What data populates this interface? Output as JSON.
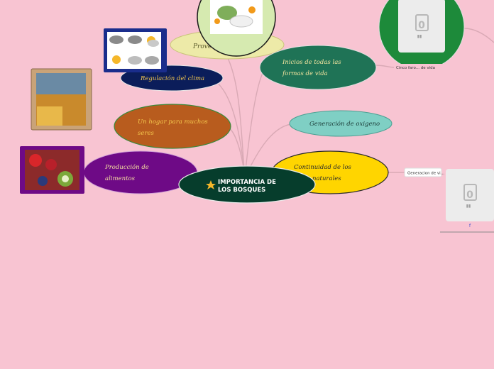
{
  "central": {
    "title": "IMPORTANCIA DE LOS BOSQUES"
  },
  "topics": {
    "proveedores": "Proveedores",
    "regulacion": "Regulación del clima",
    "hogar": "Un hogar para muchos seres",
    "produccion": "Producción de alimentos",
    "inicios": "Inicios de todas las formas de vida",
    "oxigeno": "Generación de oxigeno",
    "continuidad": "Continuidad de los naturales"
  },
  "subtopics": {
    "cinco": "Cinco faro... de vida",
    "generacion": "Generacion de vi..."
  },
  "colors": {
    "background": "#f8c4d2",
    "central": "#063d2c",
    "regulacion": "#0b1d5a",
    "hogar": "#b85c1e",
    "produccion": "#6e0a86",
    "inicios": "#1f7356",
    "oxigeno": "#7fcfc4",
    "continuidad": "#ffd500",
    "cinco": "#1d8a3a",
    "proveedores": "#edeaa8"
  },
  "icons": [
    "weather-icons",
    "farm-image",
    "fruits-image",
    "herbs-image",
    "placeholder-image",
    "star-icon"
  ]
}
